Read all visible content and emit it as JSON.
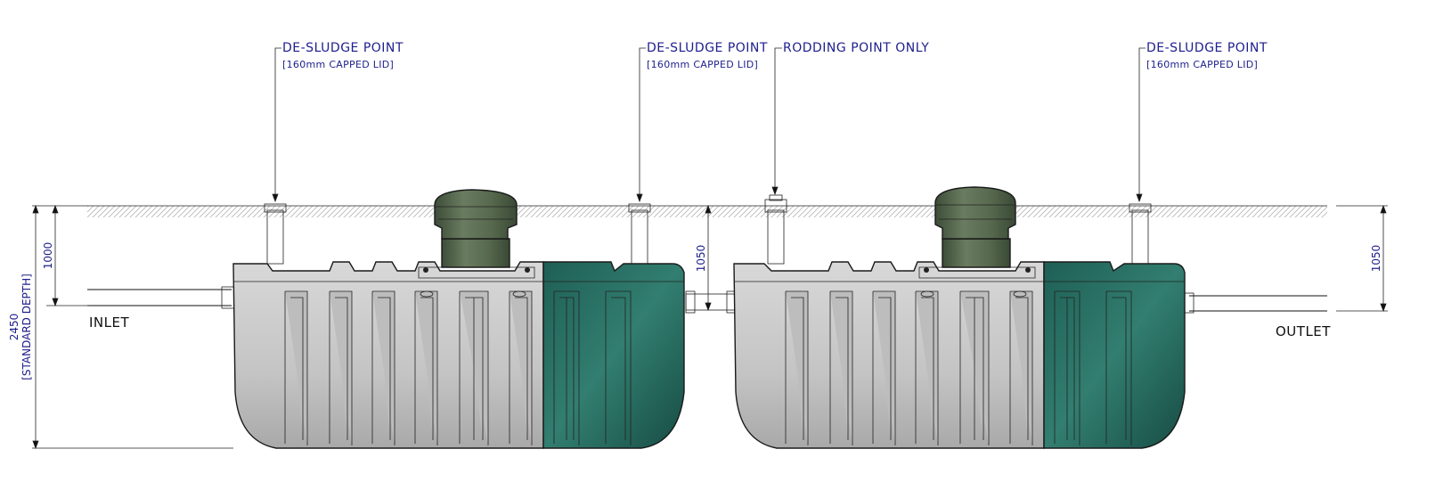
{
  "labels": {
    "desludge_title": "DE-SLUDGE POINT",
    "desludge_sub": "[160mm CAPPED LID]",
    "rodding": "RODDING POINT ONLY",
    "inlet": "INLET",
    "outlet": "OUTLET"
  },
  "dimensions": {
    "depth_inlet": "1000",
    "depth_mid": "1050",
    "depth_outlet": "1050",
    "total_depth": "2450",
    "total_depth_note": "[STANDARD DEPTH]"
  },
  "colors": {
    "annotation": "#1e1e8c",
    "tank_grey": "#c9c9c9",
    "tank_green": "#2f7a6c",
    "turret_green": "#4f6148",
    "pipe_tan": "#c4b78e",
    "ground_hatch": "#bdbdbd"
  }
}
